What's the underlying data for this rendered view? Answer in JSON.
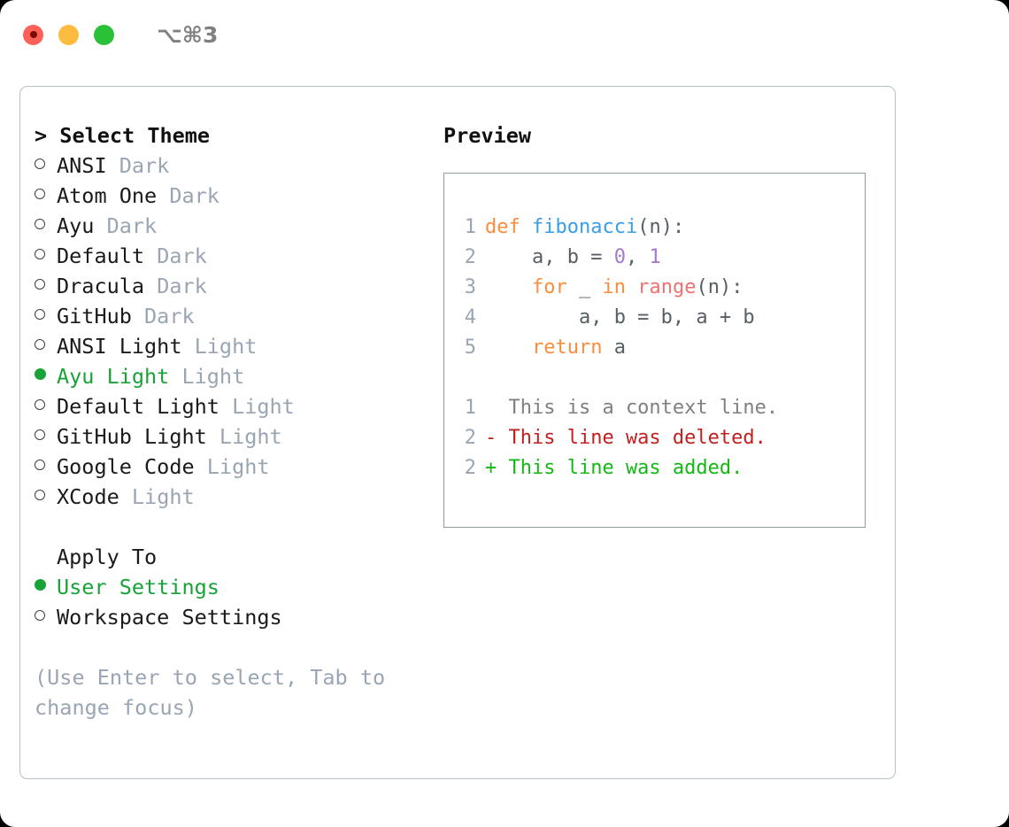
{
  "window": {
    "shortcut_title": "⌥⌘3",
    "traffic_lights": [
      {
        "name": "close-button",
        "color": "#fc6058"
      },
      {
        "name": "minimize-button",
        "color": "#fdbc40"
      },
      {
        "name": "maximize-button",
        "color": "#2ac037"
      }
    ]
  },
  "theme_list": {
    "header": "> Select Theme",
    "items": [
      {
        "marker": "○",
        "name": "ANSI",
        "kind": "Dark",
        "selected": false
      },
      {
        "marker": "○",
        "name": "Atom One",
        "kind": "Dark",
        "selected": false
      },
      {
        "marker": "○",
        "name": "Ayu",
        "kind": "Dark",
        "selected": false
      },
      {
        "marker": "○",
        "name": "Default",
        "kind": "Dark",
        "selected": false
      },
      {
        "marker": "○",
        "name": "Dracula",
        "kind": "Dark",
        "selected": false
      },
      {
        "marker": "○",
        "name": "GitHub",
        "kind": "Dark",
        "selected": false
      },
      {
        "marker": "○",
        "name": "ANSI Light",
        "kind": "Light",
        "selected": false
      },
      {
        "marker": "●",
        "name": "Ayu Light",
        "kind": "Light",
        "selected": true
      },
      {
        "marker": "○",
        "name": "Default Light",
        "kind": "Light",
        "selected": false
      },
      {
        "marker": "○",
        "name": "GitHub Light",
        "kind": "Light",
        "selected": false
      },
      {
        "marker": "○",
        "name": "Google Code",
        "kind": "Light",
        "selected": false
      },
      {
        "marker": "○",
        "name": "XCode",
        "kind": "Light",
        "selected": false
      }
    ]
  },
  "apply_to": {
    "header": "Apply To",
    "items": [
      {
        "marker": "●",
        "name": "User Settings",
        "selected": true
      },
      {
        "marker": "○",
        "name": "Workspace Settings",
        "selected": false
      }
    ]
  },
  "hint": "(Use Enter to select, Tab to change focus)",
  "preview": {
    "header": "Preview",
    "code_lines": [
      {
        "number": "1",
        "tokens": [
          {
            "text": "def ",
            "style": "kw"
          },
          {
            "text": "fibonacci",
            "style": "fn"
          },
          {
            "text": "(n):",
            "style": "punct"
          }
        ]
      },
      {
        "number": "2",
        "tokens": [
          {
            "text": "    a, b = ",
            "style": "plain-code"
          },
          {
            "text": "0",
            "style": "num"
          },
          {
            "text": ", ",
            "style": "plain-code"
          },
          {
            "text": "1",
            "style": "num"
          }
        ]
      },
      {
        "number": "3",
        "tokens": [
          {
            "text": "    ",
            "style": "plain-code"
          },
          {
            "text": "for",
            "style": "kw"
          },
          {
            "text": " _ ",
            "style": "plain-code"
          },
          {
            "text": "in",
            "style": "kw"
          },
          {
            "text": " ",
            "style": "plain-code"
          },
          {
            "text": "range",
            "style": "builtin"
          },
          {
            "text": "(n):",
            "style": "punct"
          }
        ]
      },
      {
        "number": "4",
        "tokens": [
          {
            "text": "        a, b = b, a + b",
            "style": "plain-code"
          }
        ]
      },
      {
        "number": "5",
        "tokens": [
          {
            "text": "    ",
            "style": "plain-code"
          },
          {
            "text": "return",
            "style": "kw"
          },
          {
            "text": " a",
            "style": "plain-code"
          }
        ]
      }
    ],
    "diff_lines": [
      {
        "number": "1",
        "sign": " ",
        "text": "  This is a context line.",
        "style": "diff-ctx"
      },
      {
        "number": "2",
        "sign": " ",
        "text": "- This line was deleted.",
        "style": "diff-del"
      },
      {
        "number": "2",
        "sign": " ",
        "text": "+ This line was added.",
        "style": "diff-add"
      }
    ]
  },
  "colors": {
    "accent_green": "#18a338",
    "muted_gray": "#9aa5b4",
    "border": "#b6bfcb",
    "preview_border": "#8f9bab",
    "keyword_orange": "#fa8d3e",
    "function_blue": "#399ee6",
    "builtin_red": "#f07171",
    "number_purple": "#a37acc",
    "diff_deleted": "#c21f1f",
    "diff_added": "#14b814"
  }
}
